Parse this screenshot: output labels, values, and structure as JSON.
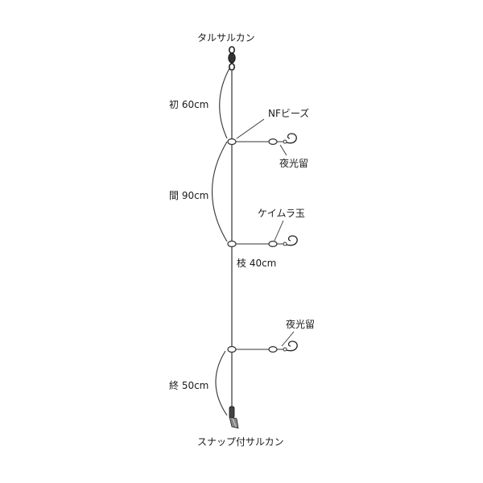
{
  "labels": {
    "top_swivel": "タルサルカン",
    "first_length": "初 60cm",
    "nf_beads": "NFビーズ",
    "glow_upper": "夜光留",
    "middle_length": "間 90cm",
    "keimura_ball": "ケイムラ玉",
    "branch_length": "枝 40cm",
    "glow_lower": "夜光留",
    "end_length": "終 50cm",
    "bottom_swivel": "スナップ付サルカン"
  },
  "colors": {
    "line": "#333333",
    "text": "#1a1a1a",
    "fitting": "#555555"
  }
}
